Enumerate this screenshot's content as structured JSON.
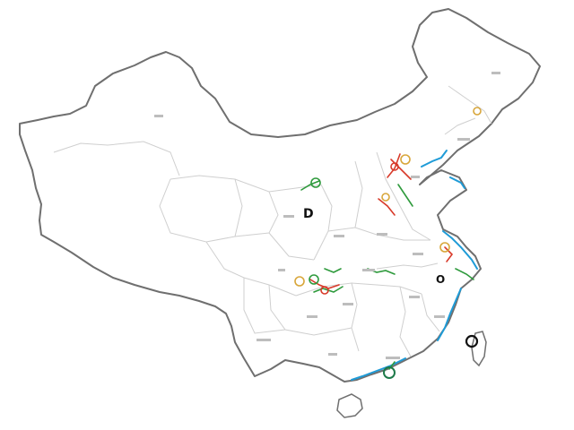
{
  "map": {
    "markers": [
      {
        "id": "D",
        "label": "D",
        "kind": "letter"
      },
      {
        "id": "O",
        "label": "O",
        "kind": "letter"
      },
      {
        "id": "hainan-circle",
        "label": "",
        "kind": "circle"
      },
      {
        "id": "taiwan-circle",
        "label": "",
        "kind": "circle"
      }
    ],
    "colors": {
      "border": "#6f6f6f",
      "province": "#cfcfcf",
      "coast": "#1e9bd7",
      "red_mark": "#d83a2a",
      "green_mark": "#2e9a3c",
      "yellow_mark": "#d8a63a"
    }
  }
}
